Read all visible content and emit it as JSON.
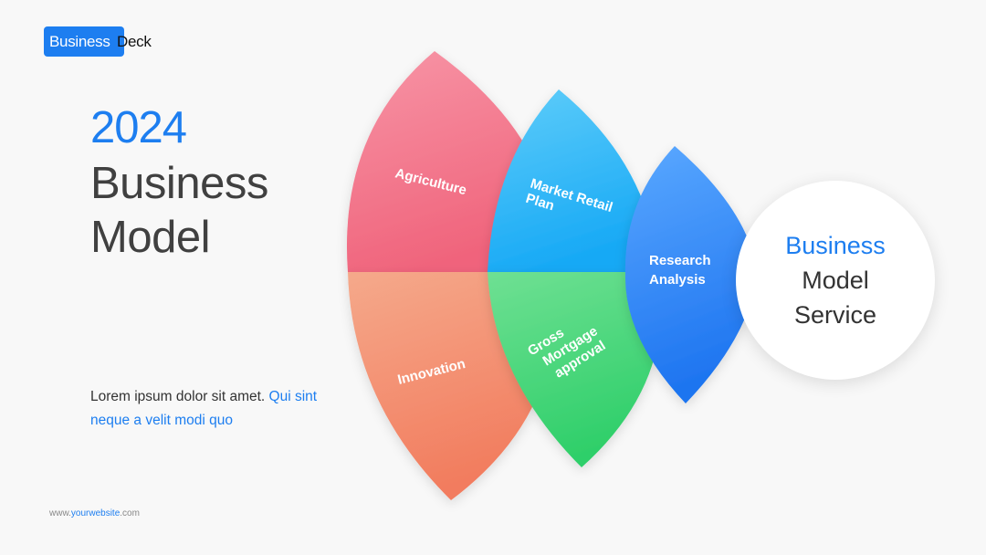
{
  "logo": {
    "part1": "Business",
    "part2": "Deck"
  },
  "heading": {
    "year": "2024",
    "line1": "Business",
    "line2": "Model"
  },
  "description": {
    "text": "Lorem ipsum dolor sit amet. ",
    "accent": "Qui sint neque a velit modi quo"
  },
  "footer": {
    "prefix": "www.",
    "domain": "yourwebsite",
    "suffix": ".com"
  },
  "petals": [
    {
      "label": "Agriculture",
      "color_from": "#f795a6",
      "color_to": "#f0647c"
    },
    {
      "label": "Innovation",
      "color_from": "#f5a98b",
      "color_to": "#f27c5e"
    },
    {
      "label_line1": "Market Retail",
      "label_line2": "Plan",
      "color_from": "#5fcdfa",
      "color_to": "#17a9f5"
    },
    {
      "label_line1": "Gross",
      "label_line2": "Mortgage",
      "label_line3": "approval",
      "color_from": "#6fe093",
      "color_to": "#2fcf6a"
    },
    {
      "label_line1": "Research",
      "label_line2": "Analysis",
      "color_from": "#5aa8ff",
      "color_to": "#1d74f0"
    }
  ],
  "center": {
    "line1": "Business",
    "line2": "Model",
    "line3": "Service"
  }
}
